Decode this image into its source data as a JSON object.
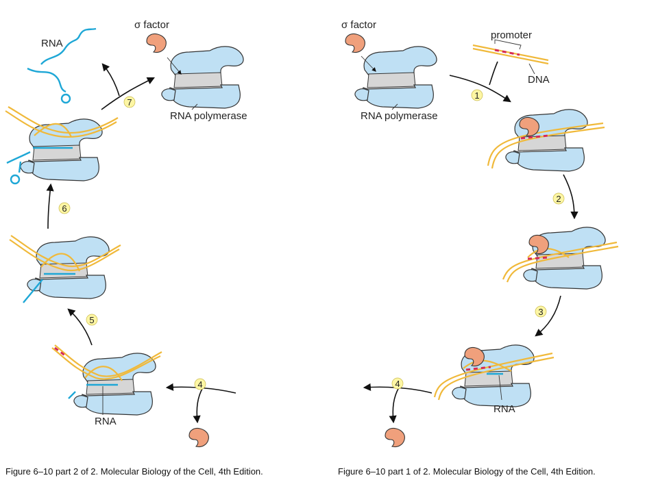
{
  "labels": {
    "sigma_factor_left": "σ factor",
    "sigma_factor_right": "σ factor",
    "rna_released": "RNA",
    "rna_polymerase_left": "RNA polymerase",
    "rna_polymerase_right": "RNA polymerase",
    "promoter": "promoter",
    "dna": "DNA",
    "rna_step3": "RNA",
    "rna_step4_left": "RNA"
  },
  "steps": {
    "s1": "1",
    "s2": "2",
    "s3": "3",
    "s4_right": "4",
    "s4_left": "4",
    "s5": "5",
    "s6": "6",
    "s7": "7"
  },
  "captions": {
    "left": "Figure 6–10 part 2 of 2. Molecular Biology of the Cell, 4th Edition.",
    "right": "Figure 6–10 part 1 of 2. Molecular Biology of the Cell, 4th Edition."
  },
  "colors": {
    "polymerase": "#bfe0f4",
    "sigma": "#f0a07c",
    "dna": "#f0b93a",
    "rna": "#1ea7d6",
    "promoter": "#d72a55",
    "step_badge": "#fdf6a4"
  }
}
